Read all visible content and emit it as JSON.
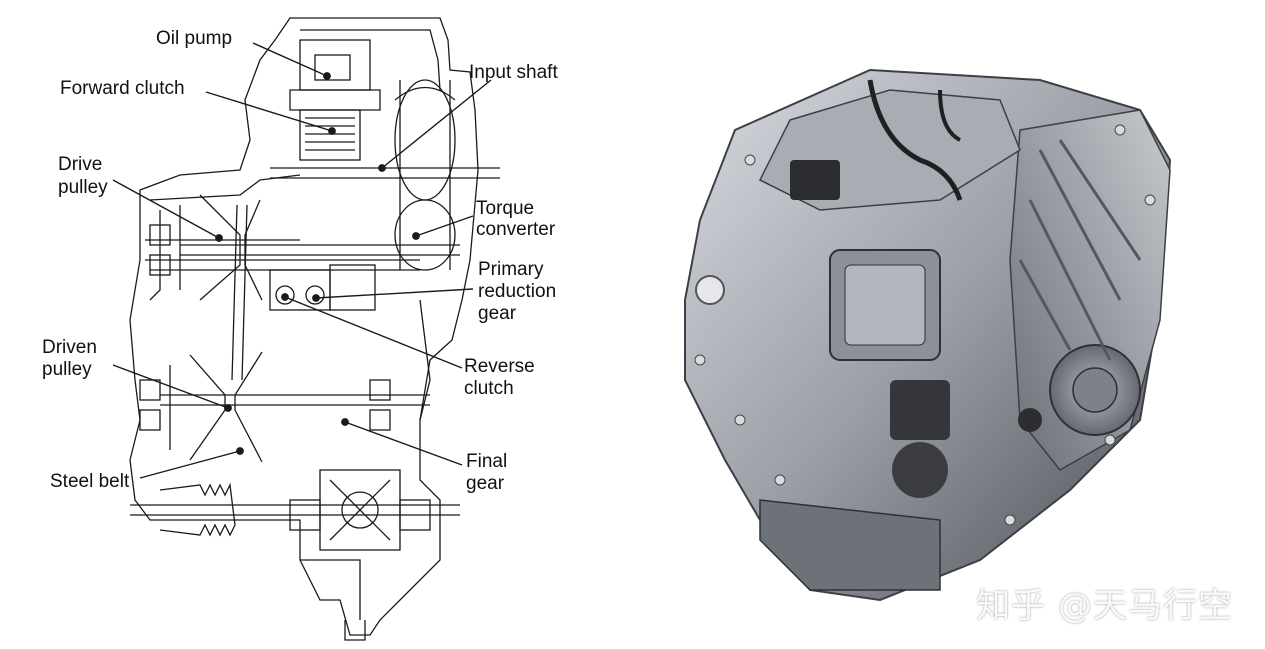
{
  "diagram": {
    "labels": {
      "oil_pump": "Oil pump",
      "forward_clutch": "Forward clutch",
      "input_shaft": "Input shaft",
      "drive_pulley_1": "Drive",
      "drive_pulley_2": "pulley",
      "torque_converter_1": "Torque",
      "torque_converter_2": "converter",
      "primary_reduction_1": "Primary",
      "primary_reduction_2": "reduction",
      "primary_reduction_3": "gear",
      "driven_pulley_1": "Driven",
      "driven_pulley_2": "pulley",
      "reverse_clutch_1": "Reverse",
      "reverse_clutch_2": "clutch",
      "final_gear_1": "Final",
      "final_gear_2": "gear",
      "steel_belt": "Steel belt"
    }
  },
  "photo": {
    "watermark": "知乎 @天马行空"
  },
  "colors": {
    "line": "#1a1a1a",
    "metal_light": "#c9ccd1",
    "metal_mid": "#8e9299",
    "metal_dark": "#3c3f45"
  }
}
